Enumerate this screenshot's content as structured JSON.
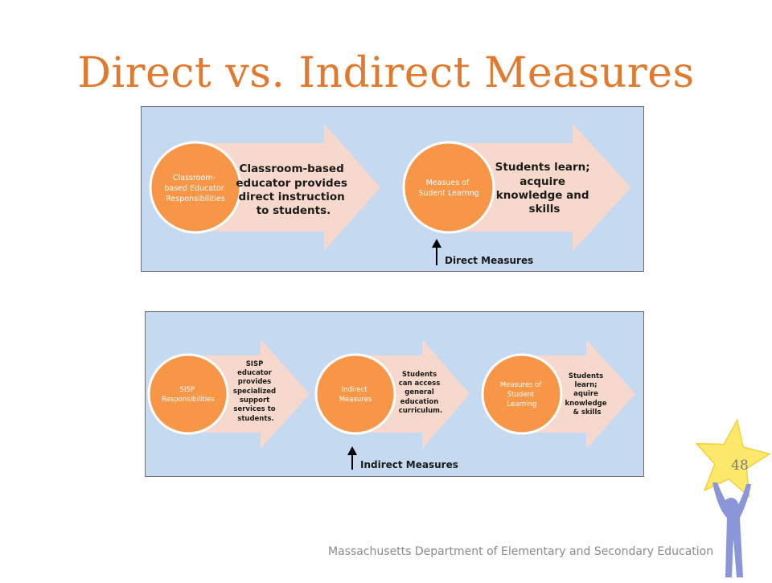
{
  "title": "Direct vs. Indirect Measures",
  "top_panel": {
    "circle1": [
      "Classroom-",
      "based Educator",
      "Responsibilities"
    ],
    "arrow1_text": [
      "Classroom-based",
      "educator provides",
      "direct instruction",
      "to students."
    ],
    "circle2": [
      "Measues of",
      "Sudent Learnng"
    ],
    "arrow2_text": [
      "Students learn;",
      "acquire",
      "knowledge and",
      "skills"
    ],
    "pointer_label": "Direct Measures"
  },
  "bottom_panel": {
    "circle1": [
      "SISP",
      "Responsibilities"
    ],
    "arrow1_text": [
      "SISP",
      "educator",
      "provides",
      "specialized",
      "support",
      "services to",
      "students."
    ],
    "circle2": [
      "Indirect",
      "Measures"
    ],
    "arrow2_text": [
      "Students",
      "can access",
      "general",
      "education",
      "curriculum."
    ],
    "circle3": [
      "Measures of",
      "Student",
      "Learning"
    ],
    "arrow3_text": [
      "Students",
      "learn;",
      "aquire",
      "knowledge",
      "& skills"
    ],
    "pointer_label": "Indirect Measures"
  },
  "slide_number": "48",
  "footer": "Massachusetts Department of Elementary and Secondary Education",
  "colors": {
    "title": "#E07A2E",
    "panel_bg": "#C5D9F1",
    "arrow_fill": "#F6D9CC",
    "circle_fill": "#F79646",
    "star_fill": "#FCE86A",
    "figure_fill": "#8B96D9"
  }
}
